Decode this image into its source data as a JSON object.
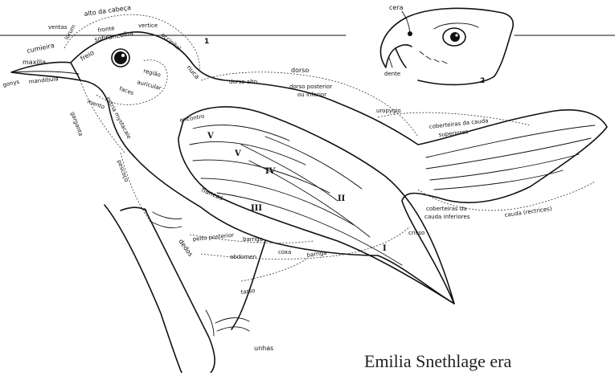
{
  "figure_numbers": {
    "main": "1",
    "inset": "2"
  },
  "inset_labels": {
    "cera": "cera",
    "dente": "dente"
  },
  "head_labels": {
    "alto_da_cabeca": "alto da cabeça",
    "ventas": "ventas",
    "cumieira": "cumieira",
    "maxilla": "maxilla",
    "gonys": "gonys",
    "mandibula": "mandibula",
    "lorum": "lorum",
    "fronte": "fronte",
    "vertice": "vertice",
    "sobrancelha": "sobrancelha",
    "freio": "freio",
    "regiao": "região",
    "auricular": "auricular",
    "faces": "faces",
    "occipital": "occipital",
    "nuca": "nuca",
    "mento": "mento",
    "estria_mystacale": "estria mystacale",
    "garganta": "garganta",
    "pescoco": "pescoço"
  },
  "body_labels": {
    "dorso": "dorso",
    "dorso_alto": "dorso alto",
    "dorso_posterior": "dorso posterior",
    "ou_inferior": "ou inferior",
    "uropygio": "uropygio",
    "coberteiras_cauda_sup_1": "coberteiras da cauda",
    "coberteiras_cauda_sup_2": "superiores",
    "encontro": "encontro",
    "flancos": "flancos",
    "coberteiras_cauda_inf_1": "coberteiras da",
    "coberteiras_cauda_inf_2": "cauda inferiores",
    "cauda": "cauda (rectrices)",
    "crisso": "crisso",
    "dedos": "dedos",
    "peito_posterior": "peito posterior",
    "barriga": "barriga",
    "abdomen": "abdomen",
    "coxa": "coxa",
    "barriga2": "barriga",
    "tarso": "tarso",
    "unhas": "unhas"
  },
  "wing_roman": [
    "V",
    "IV",
    "III",
    "II",
    "I",
    "V"
  ],
  "caption": "Emilia Snethlage era"
}
